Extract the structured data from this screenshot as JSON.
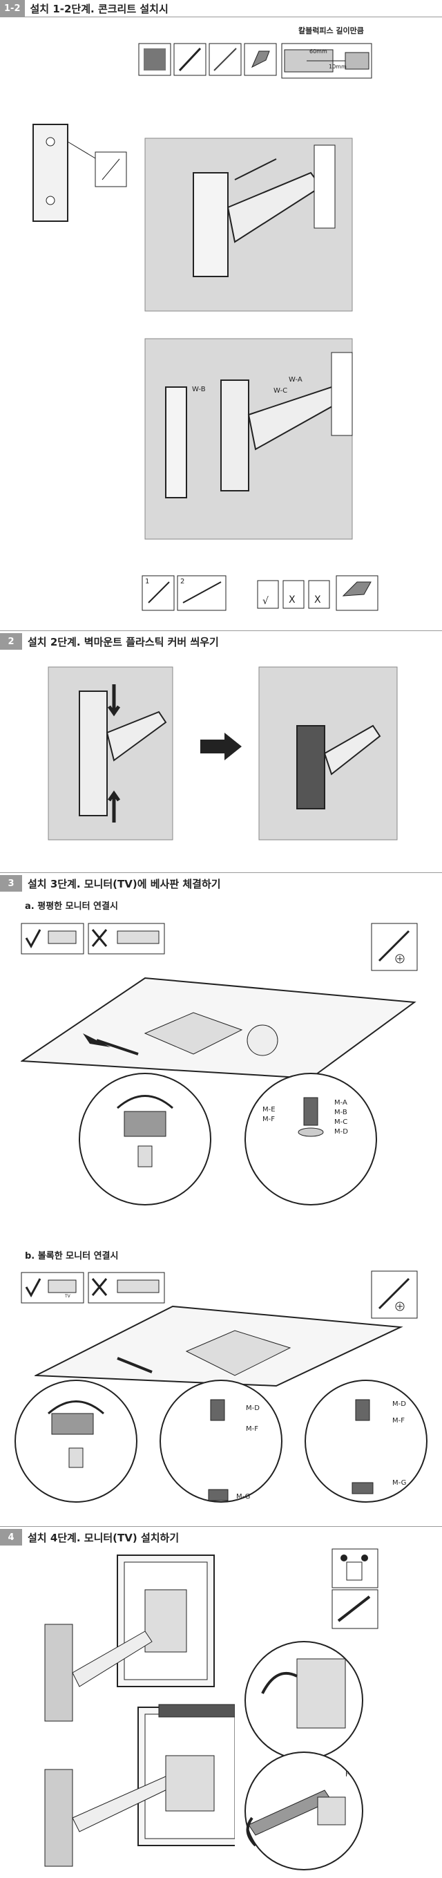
{
  "steps": [
    {
      "num": "1-2",
      "title": "설치 1-2단계.  콘크리트 설치시"
    },
    {
      "num": "2",
      "title": "설치 2단계. 벽마운트 플라스틱 커버 씌우기"
    },
    {
      "num": "3",
      "title": "설치 3단계. 모니터(TV)에 베사판 체결하기"
    },
    {
      "num": "4",
      "title": "설치 4단계. 모니터(TV) 설치하기"
    }
  ],
  "step1": {
    "anchor_note": "칼블럭피스 길이만큼",
    "dim1": "60mm",
    "dim2": "10mm",
    "bolt_labels": [
      "W-B",
      "W-C",
      "W-A"
    ],
    "sub_steps": [
      "1",
      "2"
    ],
    "check": "√",
    "cross": "X"
  },
  "step3": {
    "sub_a": "a. 평평한 모니터 연결시",
    "sub_b": "b. 볼록한 모니터 연결시",
    "flat_left_labels": [
      "M-E",
      "M-F"
    ],
    "flat_right_labels": [
      "M-A",
      "M-B",
      "M-C",
      "M-D"
    ],
    "curved_labels": [
      "M-D",
      "M-F",
      "M-G"
    ],
    "tv_tag": "TV"
  },
  "step4": {
    "screw_tag": "F"
  },
  "colors": {
    "header_bg": "#9a9a9a",
    "rule": "#9a9a9a",
    "wall": "#d9d9d9"
  }
}
